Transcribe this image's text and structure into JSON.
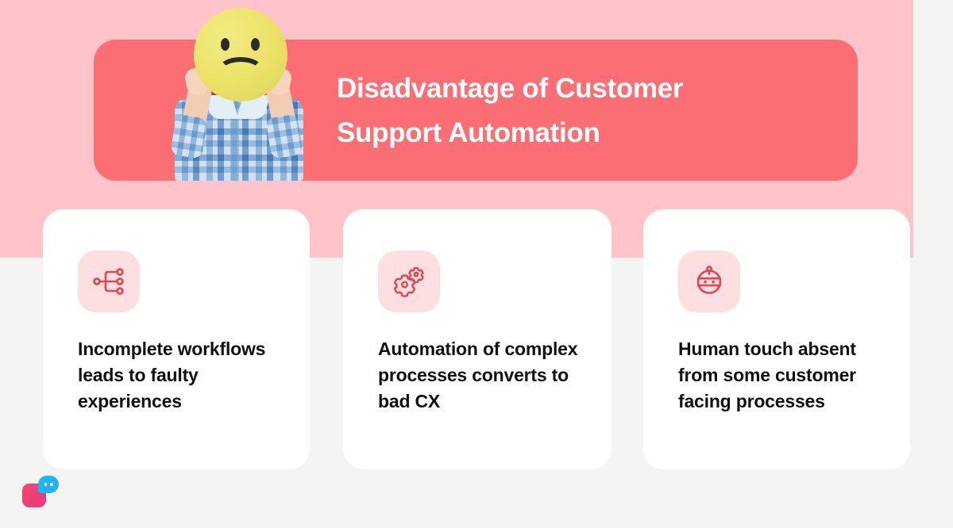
{
  "colors": {
    "background_pink": "#FFC3CA",
    "background_gray": "#F4F4F4",
    "banner": "#FA6E74",
    "icon_tile": "#FDDEE1",
    "icon_stroke": "#E0464F",
    "title_text": "#FFFFFF",
    "card_background": "#FFFFFF",
    "card_text": "#111111",
    "logo_pink": "#EA3A80",
    "logo_blue": "#21B5EF"
  },
  "header": {
    "title": "Disadvantage of Customer Support Automation",
    "title_line_1": "Disadvantage of Customer",
    "title_line_2": "Support Automation",
    "image_alt": "Person in plaid shirt holding a yellow sad face sign"
  },
  "cards": [
    {
      "icon": "workflow-branch-icon",
      "text": "Incomplete workflows leads to faulty experiences"
    },
    {
      "icon": "gears-icon",
      "text": "Automation of complex processes converts to bad CX"
    },
    {
      "icon": "robot-icon",
      "text": "Human touch absent from some customer facing processes"
    }
  ],
  "logo": {
    "name": "chat-logo",
    "bubble_dots": 2
  }
}
